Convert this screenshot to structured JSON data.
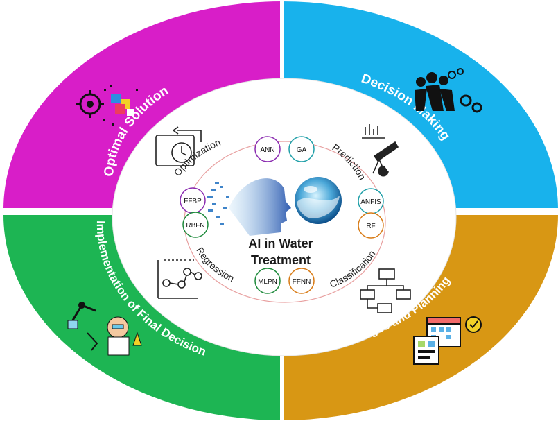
{
  "diagram": {
    "center_title_line1": "AI in Water",
    "center_title_line2": "Treatment",
    "quadrants": [
      {
        "label": "Optimal Solution",
        "color": "#d81ec8",
        "icon": "gear-puzzle-icon"
      },
      {
        "label": "Decision Making",
        "color": "#18b2ec",
        "icon": "team-gears-icon"
      },
      {
        "label": "Implementation of Final Decision",
        "color": "#1db553",
        "icon": "lab-scientist-icon"
      },
      {
        "label": "Changes and Planning",
        "color": "#d89714",
        "icon": "calendar-planning-icon"
      }
    ],
    "inner_labels": {
      "optimization": "Optimization",
      "prediction": "Prediction",
      "regression": "Regression",
      "classification": "Classification"
    },
    "nodes": [
      {
        "label": "ANN",
        "color": "#8a2bb0"
      },
      {
        "label": "GA",
        "color": "#1f9fa8"
      },
      {
        "label": "FFBP",
        "color": "#8a2bb0"
      },
      {
        "label": "ANFIS",
        "color": "#1f9fa8"
      },
      {
        "label": "RBFN",
        "color": "#1d8a3b"
      },
      {
        "label": "RF",
        "color": "#d87a14"
      },
      {
        "label": "MLPN",
        "color": "#1d8a3b"
      },
      {
        "label": "FFNN",
        "color": "#d87a14"
      }
    ]
  }
}
